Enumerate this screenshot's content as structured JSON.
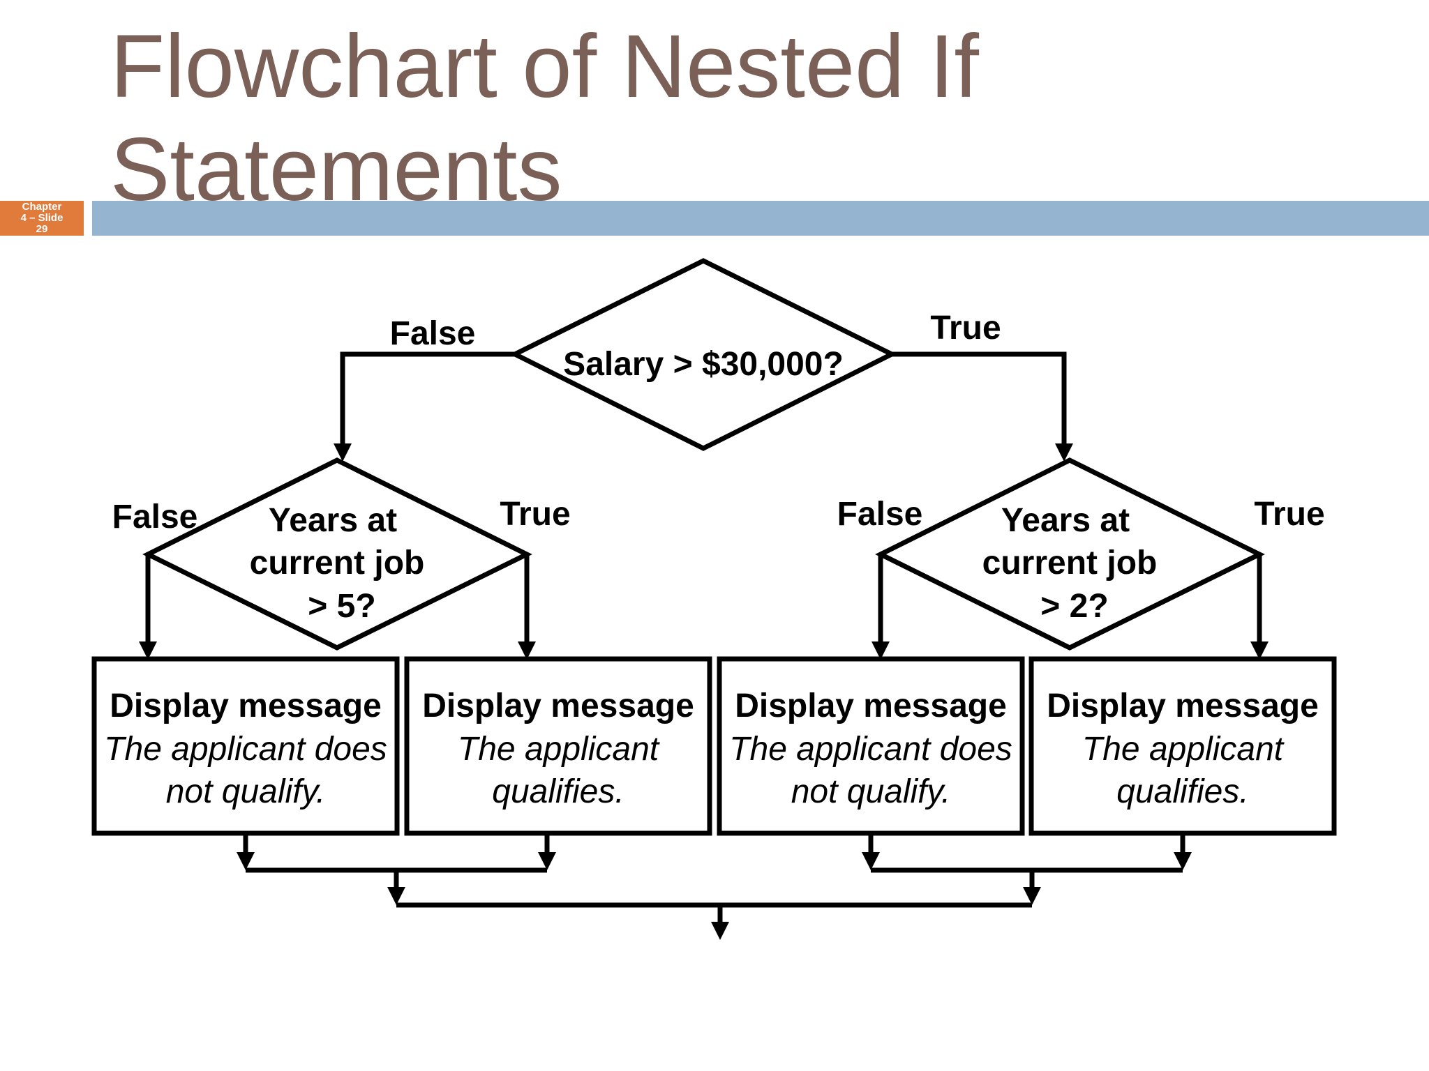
{
  "slide": {
    "title_line1": "Flowchart of Nested If",
    "title_line2": "Statements",
    "badge_line1": "Chapter",
    "badge_line2": "4 – Slide",
    "badge_line3": "29"
  },
  "diagram": {
    "top_decision": {
      "text": "Salary > $30,000?"
    },
    "top_false_label": "False",
    "top_true_label": "True",
    "left_decision": {
      "line1": "Years at",
      "line2": "current job",
      "line3": "> 5?"
    },
    "left_false_label": "False",
    "left_true_label": "True",
    "right_decision": {
      "line1": "Years at",
      "line2": "current job",
      "line3": "> 2?"
    },
    "right_false_label": "False",
    "right_true_label": "True",
    "boxes": [
      {
        "title": "Display message",
        "line1": "The applicant does",
        "line2": "not qualify."
      },
      {
        "title": "Display message",
        "line1": "The applicant",
        "line2": "qualifies."
      },
      {
        "title": "Display message",
        "line1": "The applicant does",
        "line2": "not qualify."
      },
      {
        "title": "Display message",
        "line1": "The applicant",
        "line2": "qualifies."
      }
    ]
  },
  "colors": {
    "title": "#7a6057",
    "badge": "#e07b3c",
    "title_bar": "#94b4cf",
    "stroke": "#000000"
  }
}
